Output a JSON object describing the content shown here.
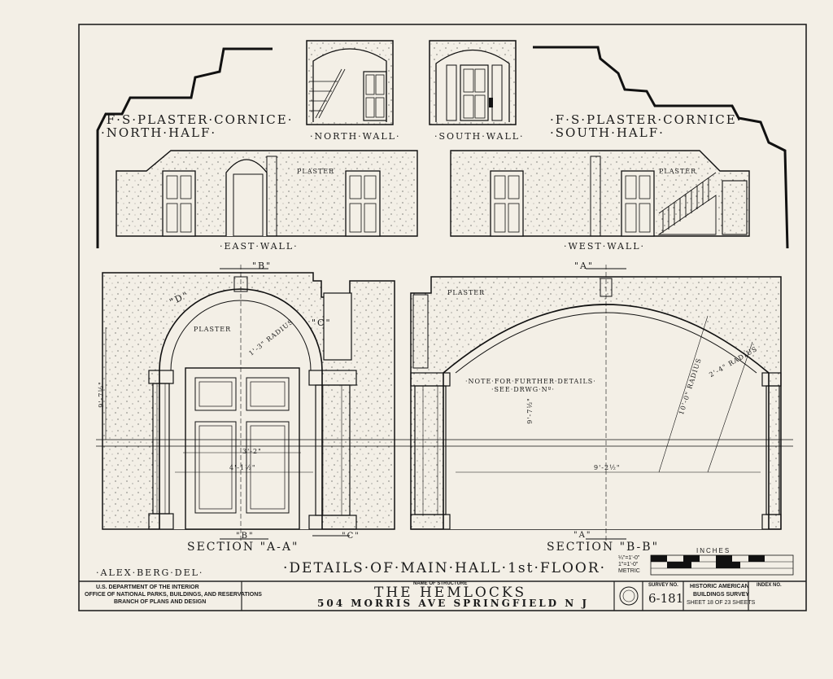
{
  "labels": {
    "cornice_north_line1": "·F·S·PLASTER·CORNICE·",
    "cornice_north_line2": "·NORTH·HALF·",
    "cornice_south_line1": "·F·S·PLASTER·CORNICE·",
    "cornice_south_line2": "·SOUTH·HALF·",
    "north_wall": "·NORTH·WALL·",
    "south_wall": "·SOUTH·WALL·",
    "east_wall": "·EAST·WALL·",
    "west_wall": "·WEST·WALL·",
    "section_aa": "SECTION \"A-A\"",
    "section_bb": "SECTION \"B-B\"",
    "main_title": "·DETAILS·OF·MAIN·HALL·1st·FLOOR·",
    "drafter": "·ALEX·BERG·DEL·",
    "note": "·NOTE·FOR·FURTHER·DETAILS·",
    "note2": "·SEE·DRWG·Nº·",
    "plaster": "PLASTER",
    "marker_b": "\"B\"",
    "marker_a": "\"A\"",
    "marker_c": "\"C\"",
    "marker_d": "\"D\"",
    "radius1": "1'-3\" RADIUS",
    "radius2": "10'-0\" RADIUS",
    "radius3": "2'-4\" RADIUS",
    "dim_width_aa": "4'-1½\"",
    "dim_width_aa2": "3'-2\"",
    "dim_width_bb": "9'-2½\"",
    "dim_height_aa": "9'-7½\"",
    "dim_height_bb": "9'-7½\""
  },
  "scale_bar": {
    "inches_label": "INCHES",
    "row1": "¼\"=1'-0\"",
    "row2": "1\"=1'-0\"",
    "row3": "METRIC"
  },
  "title_block": {
    "agency_line1": "U.S. DEPARTMENT OF THE INTERIOR",
    "agency_line2": "OFFICE OF NATIONAL PARKS, BUILDINGS, AND RESERVATIONS",
    "agency_line3": "BRANCH OF PLANS AND DESIGN",
    "name_caption": "NAME OF STRUCTURE",
    "structure_name": "THE HEMLOCKS",
    "address": "504 MORRIS AVE    SPRINGFIELD N J",
    "survey_caption": "SURVEY NO.",
    "survey_no": "6-181",
    "habs_line1": "HISTORIC AMERICAN",
    "habs_line2": "BUILDINGS SURVEY",
    "sheet_text": "SHEET 18 OF 23 SHEETS",
    "index_caption": "INDEX NO."
  }
}
